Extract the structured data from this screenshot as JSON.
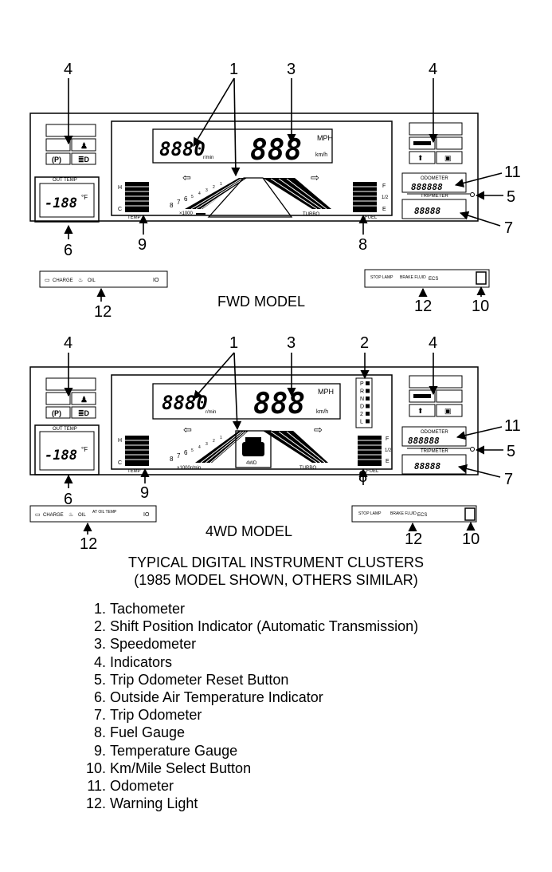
{
  "models": {
    "fwd": {
      "title": "FWD MODEL",
      "tach_digits": "8880",
      "tach_unit": "r/min",
      "speed_digits": "888",
      "speed_unit_mph": "MPH",
      "speed_unit_kmh": "km/h",
      "out_temp_label": "OUT TEMP",
      "temp_reading": "-188",
      "temp_unit": "°F",
      "tach_scale": "×1000",
      "turbo_label": "TURBO",
      "temp_gauge_h": "H",
      "temp_gauge_c": "C",
      "temp_gauge_label": "TEMP",
      "fuel_f": "F",
      "fuel_half": "1/2",
      "fuel_e": "E",
      "fuel_label": "FUEL",
      "odometer_label": "ODOMETER",
      "odometer_digits": "888888",
      "tripmeter_label": "TRIPMETER",
      "trip_digits": "88888",
      "warn_left_charge": "CHARGE",
      "warn_left_oil": "OIL",
      "warn_right_stop": "STOP LAMP",
      "warn_right_brake": "BRAKE FLUID",
      "warn_right_ecs": "ECS",
      "tach_ticks": [
        "8",
        "7",
        "6",
        "5",
        "4",
        "3",
        "2",
        "1"
      ]
    },
    "fourwd": {
      "title": "4WD MODEL",
      "tach_digits": "8880",
      "tach_unit": "r/min",
      "speed_digits": "888",
      "speed_unit_mph": "MPH",
      "speed_unit_kmh": "km/h",
      "out_temp_label": "OUT TEMP",
      "temp_reading": "-188",
      "temp_unit": "°F",
      "tach_scale": "×1000r/min",
      "turbo_label": "TURBO",
      "center_badge": "4WD",
      "shift_positions": [
        "P",
        "R",
        "N",
        "D",
        "2",
        "L"
      ],
      "temp_gauge_h": "H",
      "temp_gauge_c": "C",
      "temp_gauge_label": "TEMP",
      "fuel_f": "F",
      "fuel_half": "1/2",
      "fuel_e": "E",
      "fuel_label": "FUEL",
      "odometer_label": "ODOMETER",
      "odometer_digits": "888888",
      "tripmeter_label": "TRIPMETER",
      "trip_digits": "88888",
      "warn_left_charge": "CHARGE",
      "warn_left_oil": "OIL",
      "warn_left_at_oil": "AT OIL TEMP",
      "warn_right_stop": "STOP LAMP",
      "warn_right_brake": "BRAKE FLUID",
      "warn_right_ecs": "ECS",
      "tach_ticks": [
        "8",
        "7",
        "6",
        "5",
        "4",
        "3",
        "2",
        "1"
      ]
    }
  },
  "callouts": {
    "fwd": [
      "1",
      "3",
      "4",
      "4",
      "11",
      "5",
      "7",
      "6",
      "9",
      "8",
      "12",
      "12",
      "10"
    ],
    "fourwd": [
      "1",
      "3",
      "2",
      "4",
      "4",
      "11",
      "5",
      "7",
      "6",
      "9",
      "8",
      "12",
      "12",
      "10"
    ]
  },
  "caption_line1": "TYPICAL DIGITAL INSTRUMENT CLUSTERS",
  "caption_line2": "(1985 MODEL SHOWN, OTHERS SIMILAR)",
  "legend": [
    {
      "num": "1.",
      "text": "Tachometer"
    },
    {
      "num": "2.",
      "text": "Shift Position Indicator (Automatic Transmission)"
    },
    {
      "num": "3.",
      "text": "Speedometer"
    },
    {
      "num": "4.",
      "text": "Indicators"
    },
    {
      "num": "5.",
      "text": "Trip Odometer Reset Button"
    },
    {
      "num": "6.",
      "text": "Outside Air Temperature Indicator"
    },
    {
      "num": "7.",
      "text": "Trip Odometer"
    },
    {
      "num": "8.",
      "text": "Fuel Gauge"
    },
    {
      "num": "9.",
      "text": "Temperature Gauge"
    },
    {
      "num": "10.",
      "text": "Km/Mile Select Button"
    },
    {
      "num": "11.",
      "text": "Odometer"
    },
    {
      "num": "12.",
      "text": "Warning Light"
    }
  ]
}
